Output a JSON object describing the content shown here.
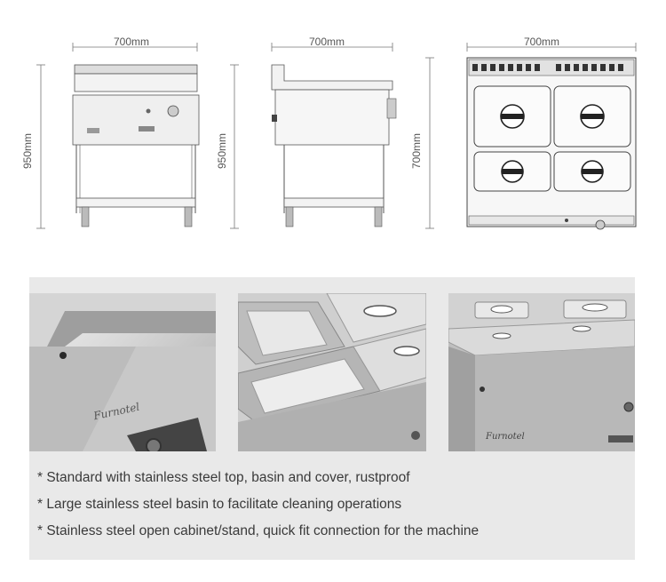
{
  "drawings": {
    "front": {
      "width_label": "700mm",
      "height_label": "950mm"
    },
    "side": {
      "width_label": "700mm",
      "height_label": "950mm"
    },
    "top": {
      "width_label": "700mm",
      "height_label": "700mm"
    }
  },
  "photos": [
    {
      "name": "detail-corner-logo",
      "logo_text": "Furnotel"
    },
    {
      "name": "detail-basin-cover"
    },
    {
      "name": "detail-front-panel",
      "logo_text": "Furnotel"
    }
  ],
  "features": [
    "* Standard with stainless steel top, basin and cover, rustproof",
    "* Large stainless steel basin to facilitate cleaning operations",
    "* Stainless steel open cabinet/stand, quick fit connection for the machine"
  ]
}
